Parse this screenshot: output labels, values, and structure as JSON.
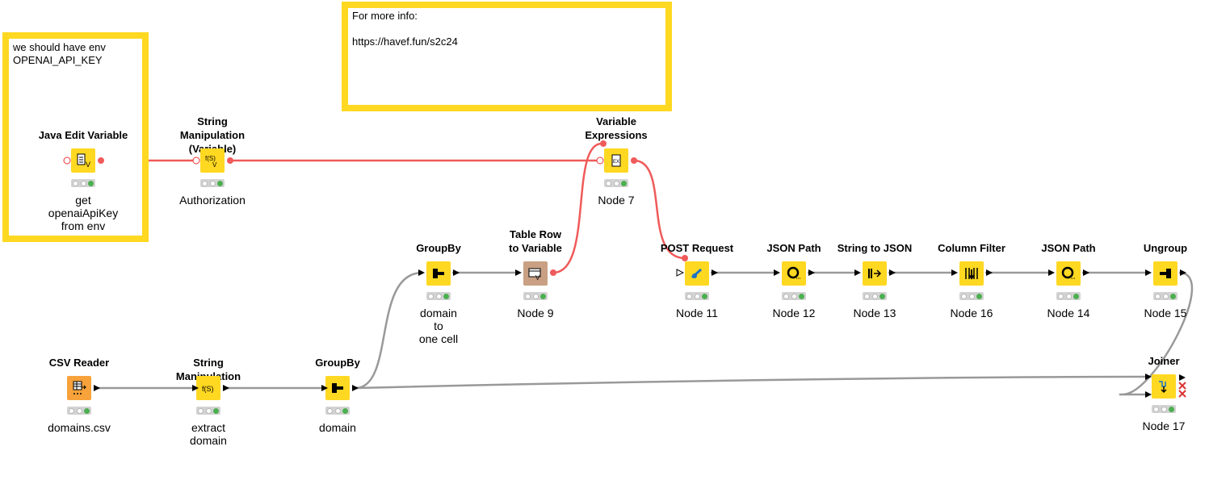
{
  "annotations": {
    "env_note": "we should have env\nOPENAI_API_KEY",
    "info_note": "For more info:\n\nhttps://havef.fun/s2c24"
  },
  "nodes": {
    "java_edit_variable": {
      "title": "Java Edit Variable",
      "label": "get\nopenaiApiKey\nfrom env",
      "icon": "java-snippet-icon"
    },
    "string_manip_var": {
      "title": "String Manipulation\n(Variable)",
      "label": "Authorization",
      "icon": "string-manipulation-variable-icon"
    },
    "variable_expressions": {
      "title": "Variable\nExpressions",
      "label": "Node 7",
      "icon": "expression-icon"
    },
    "groupby_top": {
      "title": "GroupBy",
      "label": "domain\nto\none cell",
      "icon": "groupby-icon"
    },
    "table_row_to_variable": {
      "title": "Table Row\nto Variable",
      "label": "Node 9",
      "icon": "table-to-variable-icon"
    },
    "post_request": {
      "title": "POST Request",
      "label": "Node 11",
      "icon": "post-request-icon"
    },
    "json_path_1": {
      "title": "JSON Path",
      "label": "Node 12",
      "icon": "json-path-icon"
    },
    "string_to_json": {
      "title": "String to JSON",
      "label": "Node 13",
      "icon": "string-to-json-icon"
    },
    "column_filter": {
      "title": "Column Filter",
      "label": "Node 16",
      "icon": "column-filter-icon"
    },
    "json_path_2": {
      "title": "JSON Path",
      "label": "Node 14",
      "icon": "json-path-icon"
    },
    "ungroup": {
      "title": "Ungroup",
      "label": "Node 15",
      "icon": "ungroup-icon"
    },
    "csv_reader": {
      "title": "CSV Reader",
      "label": "domains.csv",
      "icon": "csv-reader-icon"
    },
    "string_manipulation": {
      "title": "String Manipulation",
      "label": "extract\ndomain",
      "icon": "string-manipulation-icon"
    },
    "groupby_bottom": {
      "title": "GroupBy",
      "label": "domain",
      "icon": "groupby-icon"
    },
    "joiner": {
      "title": "Joiner",
      "label": "Node 17",
      "icon": "joiner-icon"
    }
  },
  "colors": {
    "annotation_border": "#ffd822",
    "node_yellow": "#ffd822",
    "node_brown": "#c9a083",
    "node_orange": "#f7a23a",
    "variable_wire": "#f05a5a",
    "data_wire": "#999999",
    "status_green": "#4caf50"
  }
}
